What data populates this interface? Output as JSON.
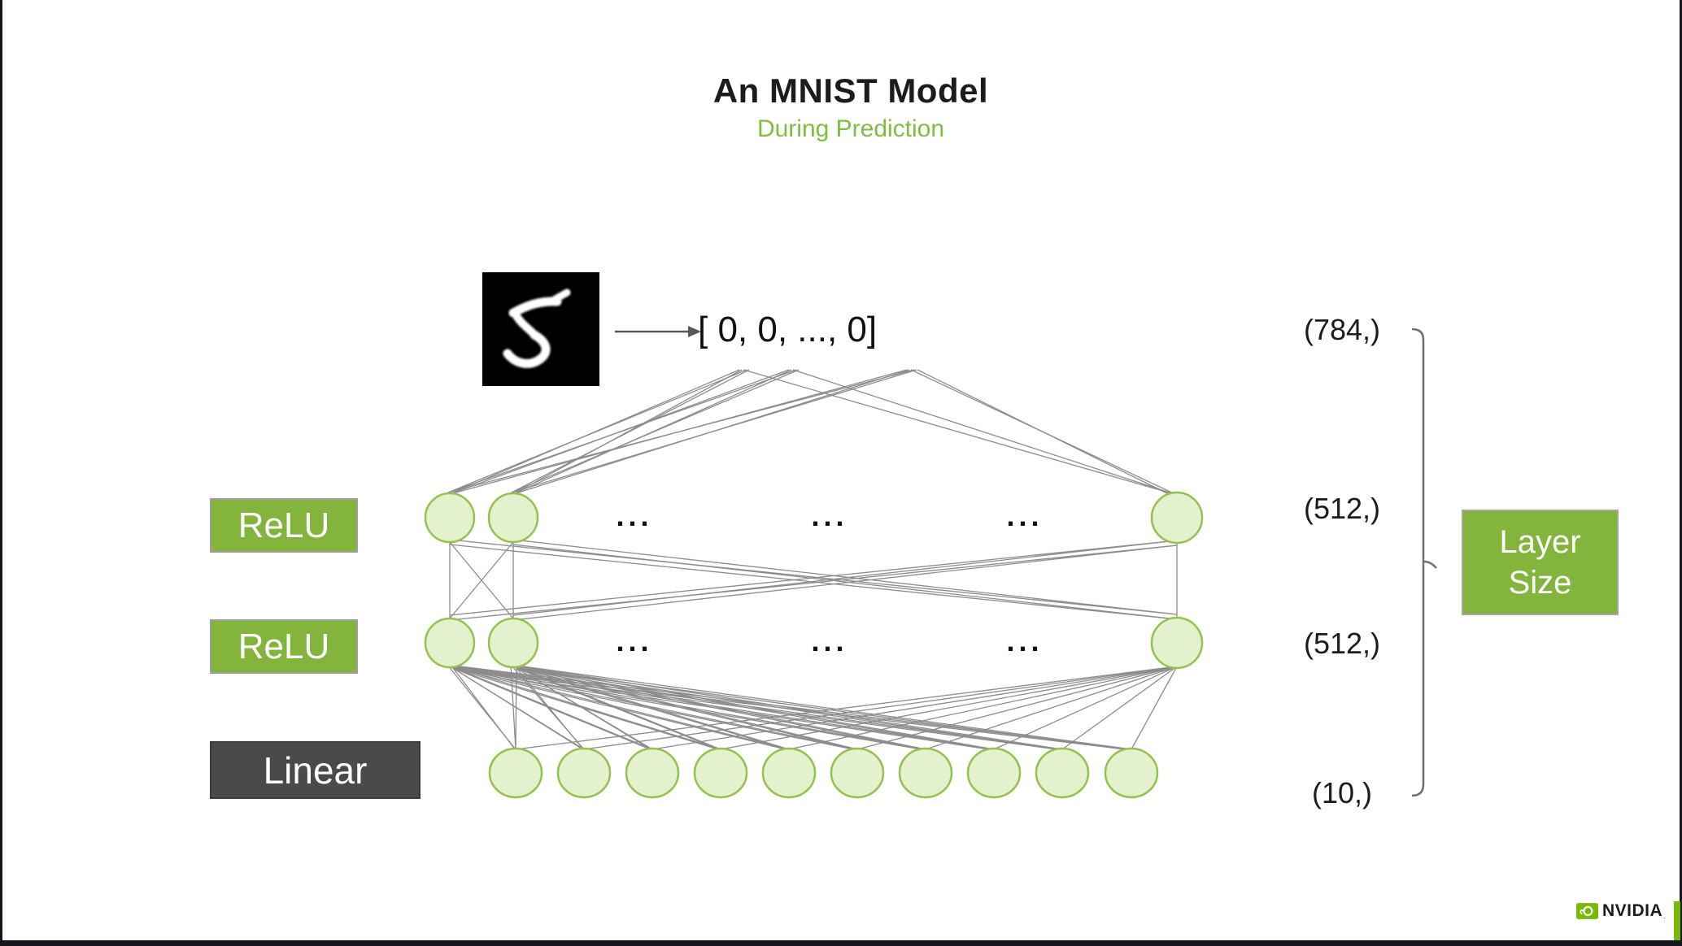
{
  "slide": {
    "title": "An MNIST Model",
    "subtitle": "During Prediction",
    "input": {
      "vector_text": "[ 0, 0, ..., 0]",
      "size_label": "(784,)",
      "digit": "5"
    },
    "layers": [
      {
        "activation": "ReLU",
        "size_label": "(512,)"
      },
      {
        "activation": "ReLU",
        "size_label": "(512,)"
      },
      {
        "activation": "Linear",
        "size_label": "(10,)"
      }
    ],
    "network": {
      "input_size": 784,
      "hidden_sizes": [
        512,
        512
      ],
      "output_size": 10,
      "visible_output_nodes": 10
    },
    "bracket_label": {
      "line1": "Layer",
      "line2": "Size"
    },
    "ellipsis": "...",
    "footer": {
      "brand": "NVIDIA"
    },
    "colors": {
      "accent_green": "#83b53c",
      "subtitle_green": "#7fbe3e",
      "node_fill": "#e4f1cd",
      "node_stroke": "#93c24e",
      "edge_gray": "#8c8c8c",
      "linear_gray": "#4a4a4a",
      "nvidia_green": "#76b900",
      "arrow_gray": "#595959",
      "bracket_gray": "#6f6f6f"
    }
  }
}
